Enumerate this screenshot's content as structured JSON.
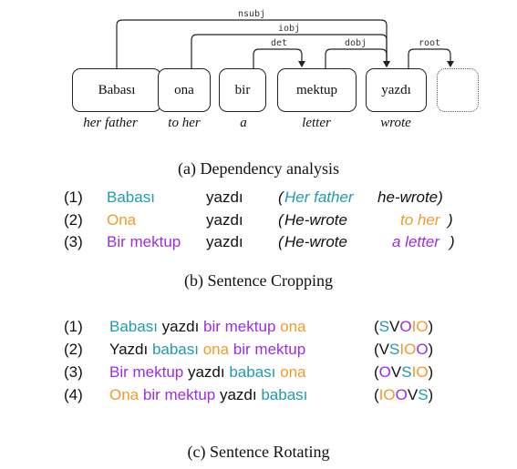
{
  "colors": {
    "subject": "#1f9bb0",
    "indirect_object": "#f39a2b",
    "direct_object": "#9b2de8",
    "text": "#111111"
  },
  "dependency": {
    "words": [
      {
        "token": "Babası",
        "gloss": "her father"
      },
      {
        "token": "ona",
        "gloss": "to her"
      },
      {
        "token": "bir",
        "gloss": "a"
      },
      {
        "token": "mektup",
        "gloss": "letter"
      },
      {
        "token": "yazdı",
        "gloss": "wrote"
      }
    ],
    "arcs": [
      {
        "label": "nsubj",
        "head": "yazdı",
        "dependent": "Babası"
      },
      {
        "label": "iobj",
        "head": "yazdı",
        "dependent": "ona"
      },
      {
        "label": "det",
        "head": "mektup",
        "dependent": "bir"
      },
      {
        "label": "dobj",
        "head": "yazdı",
        "dependent": "mektup"
      },
      {
        "label": "root",
        "head": "",
        "dependent": "yazdı"
      }
    ],
    "caption": "(a) Dependency analysis"
  },
  "cropping": {
    "rows": [
      {
        "num": "(1)",
        "part": "Babası",
        "part_color": "subject",
        "verb": "yazdı",
        "gloss_open": "(",
        "gloss_verb": "Her father",
        "gloss_verb_color": "subject",
        "gloss_rest": "he-wrote)",
        "gloss_rest_color": "text"
      },
      {
        "num": "(2)",
        "part": "Ona",
        "part_color": "indirect_object",
        "verb": "yazdı",
        "gloss_open": "(",
        "gloss_verb": "He-wrote",
        "gloss_verb_color": "text",
        "gloss_rest": "to her",
        "gloss_rest_color": "indirect_object",
        "gloss_close": ")"
      },
      {
        "num": "(3)",
        "part": "Bir mektup",
        "part_color": "direct_object",
        "verb": "yazdı",
        "gloss_open": "(",
        "gloss_verb": "He-wrote",
        "gloss_verb_color": "text",
        "gloss_rest": "a letter",
        "gloss_rest_color": "direct_object",
        "gloss_close": ")"
      }
    ],
    "caption": "(b) Sentence Cropping"
  },
  "rotating": {
    "rows": [
      {
        "num": "(1)",
        "words": [
          {
            "t": "Babası",
            "c": "subject"
          },
          {
            "t": " yazdı ",
            "c": "text"
          },
          {
            "t": "bir mektup",
            "c": "direct_object"
          },
          {
            "t": " ona",
            "c": "indirect_object"
          }
        ],
        "tag": [
          {
            "t": "(",
            "c": "text"
          },
          {
            "t": "S",
            "c": "subject"
          },
          {
            "t": "V",
            "c": "text"
          },
          {
            "t": "O",
            "c": "direct_object"
          },
          {
            "t": "IO",
            "c": "indirect_object"
          },
          {
            "t": ")",
            "c": "text"
          }
        ]
      },
      {
        "num": "(2)",
        "words": [
          {
            "t": "Yazdı ",
            "c": "text"
          },
          {
            "t": "babası",
            "c": "subject"
          },
          {
            "t": " ona",
            "c": "indirect_object"
          },
          {
            "t": " bir mektup",
            "c": "direct_object"
          }
        ],
        "tag": [
          {
            "t": "(",
            "c": "text"
          },
          {
            "t": "V",
            "c": "text"
          },
          {
            "t": "S",
            "c": "subject"
          },
          {
            "t": "IO",
            "c": "indirect_object"
          },
          {
            "t": "O",
            "c": "direct_object"
          },
          {
            "t": ")",
            "c": "text"
          }
        ]
      },
      {
        "num": "(3)",
        "words": [
          {
            "t": "Bir mektup",
            "c": "direct_object"
          },
          {
            "t": " yazdı ",
            "c": "text"
          },
          {
            "t": "babası",
            "c": "subject"
          },
          {
            "t": " ona",
            "c": "indirect_object"
          }
        ],
        "tag": [
          {
            "t": "(",
            "c": "text"
          },
          {
            "t": "O",
            "c": "direct_object"
          },
          {
            "t": "V",
            "c": "text"
          },
          {
            "t": "S",
            "c": "subject"
          },
          {
            "t": "IO",
            "c": "indirect_object"
          },
          {
            "t": ")",
            "c": "text"
          }
        ]
      },
      {
        "num": "(4)",
        "words": [
          {
            "t": "Ona",
            "c": "indirect_object"
          },
          {
            "t": " bir mektup",
            "c": "direct_object"
          },
          {
            "t": " yazdı ",
            "c": "text"
          },
          {
            "t": "babası",
            "c": "subject"
          }
        ],
        "tag": [
          {
            "t": "(",
            "c": "text"
          },
          {
            "t": "IO",
            "c": "indirect_object"
          },
          {
            "t": "O",
            "c": "direct_object"
          },
          {
            "t": "V",
            "c": "text"
          },
          {
            "t": "S",
            "c": "subject"
          },
          {
            "t": ")",
            "c": "text"
          }
        ]
      }
    ],
    "caption": "(c) Sentence Rotating"
  }
}
